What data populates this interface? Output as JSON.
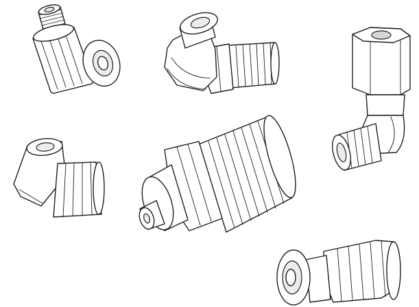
{
  "figure": {
    "parts": [
      {
        "id": "straight-coupling",
        "icon": "straight-fitting-with-knurled-nut"
      },
      {
        "id": "elbow-threaded",
        "icon": "elbow-fitting-with-male-thread"
      },
      {
        "id": "hex-elbow",
        "icon": "hex-nut-elbow-fitting"
      },
      {
        "id": "angled-knurled",
        "icon": "angled-luer-with-knurled-collar"
      },
      {
        "id": "ribbed-connector",
        "icon": "ribbed-threaded-connector"
      },
      {
        "id": "luer-cap",
        "icon": "luer-fitting-with-knurled-cap"
      }
    ],
    "line_color": "#1e1e1e",
    "background": "#ffffff"
  }
}
